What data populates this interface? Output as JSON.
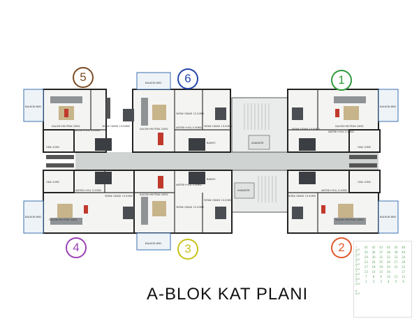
{
  "title": "A-BLOK KAT PLANI",
  "apartments": [
    {
      "number": "1",
      "color": "#2e9a3a"
    },
    {
      "number": "2",
      "color": "#e0572a"
    },
    {
      "number": "3",
      "color": "#c8c21a"
    },
    {
      "number": "4",
      "color": "#9b3fb5"
    },
    {
      "number": "5",
      "color": "#7a4a22"
    },
    {
      "number": "6",
      "color": "#2244aa"
    }
  ],
  "labels": {
    "balkon_6": "BALKON 6M2",
    "balkon_8": "BALKON 8M2",
    "salon_20": "SALON+MUTFAK 20M2",
    "salon_24": "SALON+MUTFAK 24M2",
    "yatak_13": "YATAK ODASI 13.50M2",
    "yatak_12": "YATAK ODASI 12.50M2",
    "antre_520": "ANTRE+HOL 5.20M2",
    "antre_590": "ANTRE+HOL 5.90M2",
    "oda_10": "ODA 10M2",
    "banyo": "BANYO",
    "asansor": "ASANSÖR"
  },
  "legend": {
    "rows": [
      [
        "41",
        "42",
        "43",
        "44",
        "45",
        "46"
      ],
      [
        "35",
        "36",
        "37",
        "38",
        "39",
        "40"
      ],
      [
        "29",
        "30",
        "31",
        "32",
        "33",
        "34"
      ],
      [
        "23",
        "24",
        "25",
        "26",
        "27",
        "28"
      ],
      [
        "17",
        "18",
        "19",
        "20",
        "21",
        "22"
      ],
      [
        "13",
        "14",
        "15",
        "16",
        "",
        "17"
      ],
      [
        "7",
        "8",
        "9",
        "10",
        "11",
        "12"
      ],
      [
        "1",
        "2",
        "3",
        "4",
        "5",
        "6"
      ]
    ],
    "floors": [
      "7. KAT",
      "6. KAT",
      "5. KAT",
      "4. KAT",
      "3. KAT",
      "2. KAT",
      "1. KAT",
      "Z. KAT",
      "",
      "B. KAT"
    ]
  }
}
